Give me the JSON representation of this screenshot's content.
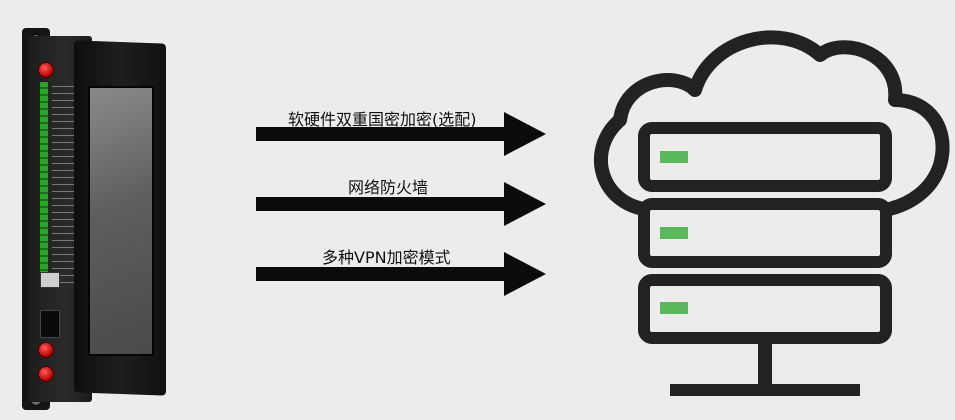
{
  "arrows": [
    {
      "label": "软硬件双重国密加密(选配)"
    },
    {
      "label": "网络防火墙"
    },
    {
      "label": "多种VPN加密模式"
    }
  ],
  "colors": {
    "background": "#ececec",
    "arrow": "#0b0b0b",
    "server_outline": "#222222",
    "server_led": "#5cb85c",
    "antenna": "#d40000"
  },
  "icons": {
    "device": "industrial-gateway-device",
    "cloud": "cloud-icon",
    "server": "server-rack-icon",
    "network": "network-base-icon"
  }
}
